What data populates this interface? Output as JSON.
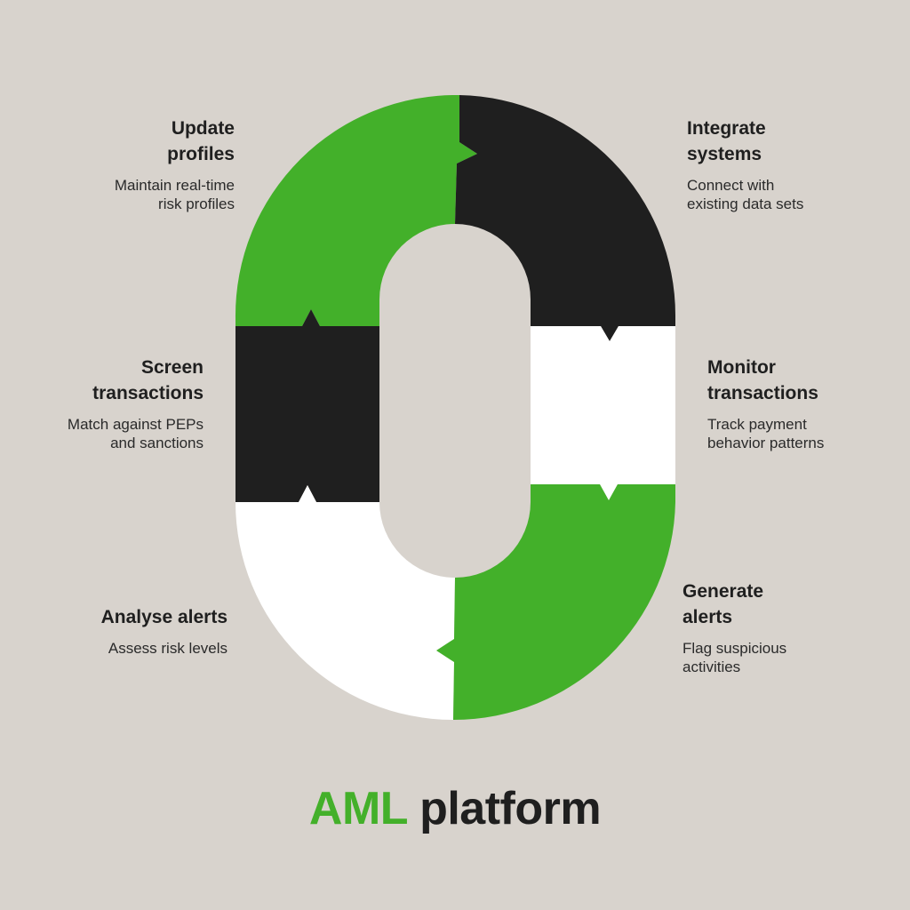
{
  "colors": {
    "background": "#d8d3cd",
    "green": "#43b02a",
    "black": "#1f1f1f",
    "white": "#ffffff"
  },
  "steps": [
    {
      "id": "update",
      "title": "Update\nprofiles",
      "desc": "Maintain real-time\nrisk profiles"
    },
    {
      "id": "integrate",
      "title": "Integrate\nsystems",
      "desc": "Connect with\nexisting data sets"
    },
    {
      "id": "screen",
      "title": "Screen\ntransactions",
      "desc": "Match against PEPs\nand sanctions"
    },
    {
      "id": "monitor",
      "title": "Monitor\ntransactions",
      "desc": "Track payment\nbehavior patterns"
    },
    {
      "id": "analyse",
      "title": "Analyse alerts",
      "desc": "Assess risk levels"
    },
    {
      "id": "generate",
      "title": "Generate\nalerts",
      "desc": "Flag suspicious\nactivities"
    }
  ],
  "footer": {
    "accent": "AML",
    "rest": "platform"
  }
}
